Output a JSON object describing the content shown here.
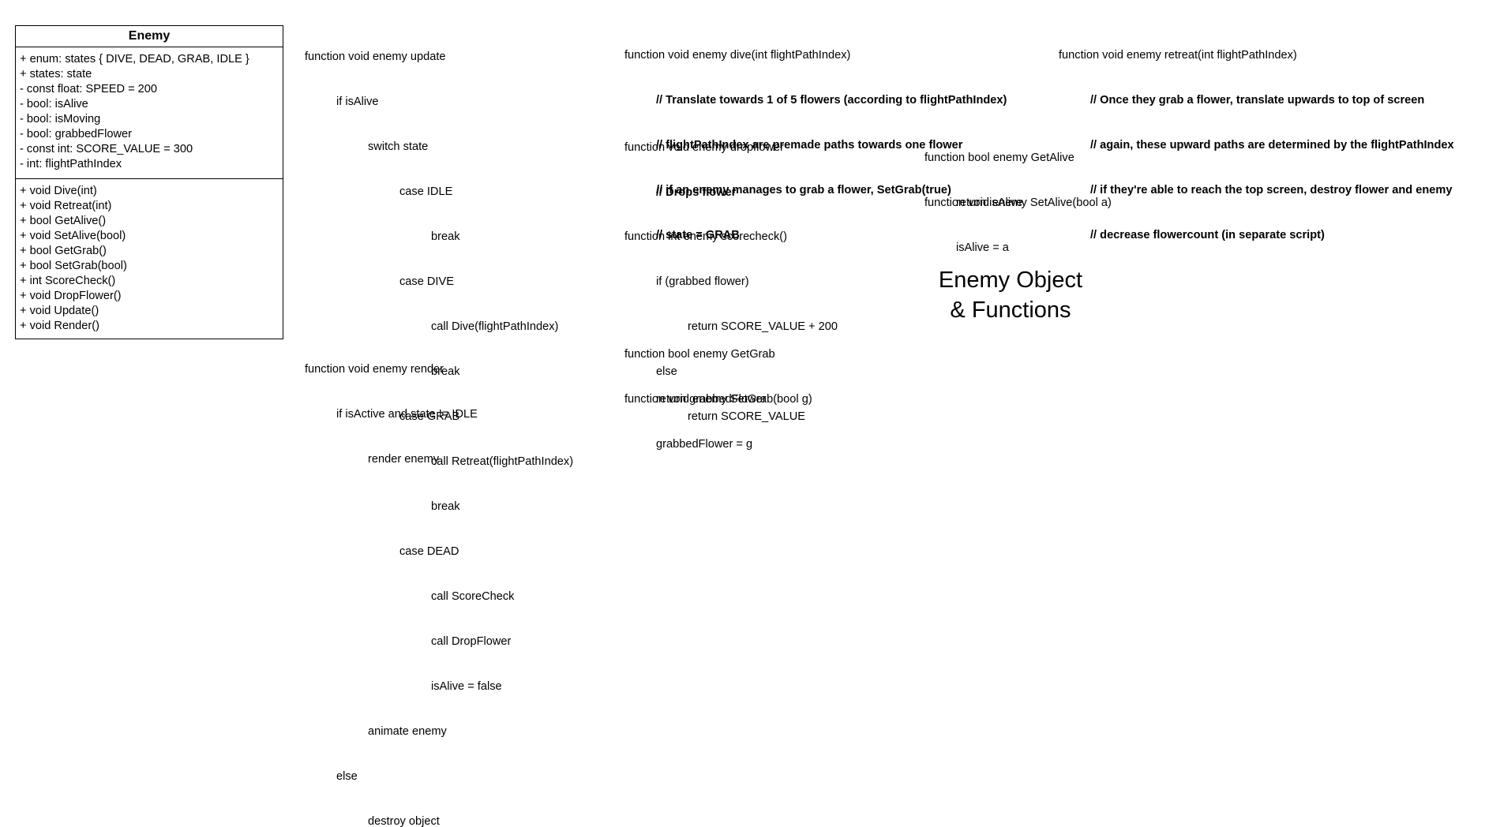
{
  "uml": {
    "class_name": "Enemy",
    "attributes": [
      "+ enum: states { DIVE, DEAD, GRAB, IDLE }",
      "+ states: state",
      "- const float: SPEED = 200",
      "- bool: isAlive",
      "- bool: isMoving",
      "- bool: grabbedFlower",
      "- const int: SCORE_VALUE = 300",
      "- int: flightPathIndex"
    ],
    "methods": [
      "+ void Dive(int)",
      "+ void Retreat(int)",
      "+ bool GetAlive()",
      "+ void SetAlive(bool)",
      "+ bool GetGrab()",
      "+ bool SetGrab(bool)",
      "+ int ScoreCheck()",
      "+ void DropFlower()",
      "+ void Update()",
      "+ void Render()"
    ]
  },
  "update_fn": [
    "function void enemy update",
    "if isAlive",
    "switch state",
    "case IDLE",
    "break",
    "case DIVE",
    "call Dive(flightPathIndex)",
    "break",
    "case GRAB",
    "call Retreat(flightPathIndex)",
    "break",
    "case DEAD",
    "call ScoreCheck",
    "call DropFlower",
    "isAlive = false",
    "animate enemy",
    "else",
    "destroy object"
  ],
  "render_fn": [
    "function void enemy render",
    "if isActive and state != IDLE",
    "render enemy"
  ],
  "dive_fn": [
    "function void enemy dive(int flightPathIndex)",
    "// Translate towards 1 of 5 flowers (according to flightPathIndex)",
    "// flightPathIndex are premade paths towards one flower",
    "// if an enemy manages to grab a flower, SetGrab(true)",
    "// state = GRAB"
  ],
  "dropflower_fn": [
    "function void enemy dropflower",
    "// Drops flower"
  ],
  "scorecheck_fn": [
    "function int enemy scorecheck()",
    "if (grabbed flower)",
    "return SCORE_VALUE + 200",
    "else",
    "return SCORE_VALUE"
  ],
  "getgrab_fn": [
    "function bool enemy GetGrab",
    "return grabbedFlower"
  ],
  "setgrab_fn": [
    "function void enemy SetGrab(bool g)",
    "grabbedFlower = g"
  ],
  "retreat_fn": [
    "function void enemy retreat(int flightPathIndex)",
    "// Once they grab a flower, translate upwards to top of screen",
    "// again, these upward paths are determined by the flightPathIndex",
    "// if they're able to reach the top screen, destroy flower and enemy",
    "// decrease flowercount (in separate script)"
  ],
  "getalive_fn": [
    "function bool enemy GetAlive",
    "return isAlive"
  ],
  "setalive_fn": [
    "function void enemy SetAlive(bool a)",
    "isAlive = a"
  ],
  "title": {
    "line1": "Enemy Object",
    "line2": "& Functions"
  }
}
